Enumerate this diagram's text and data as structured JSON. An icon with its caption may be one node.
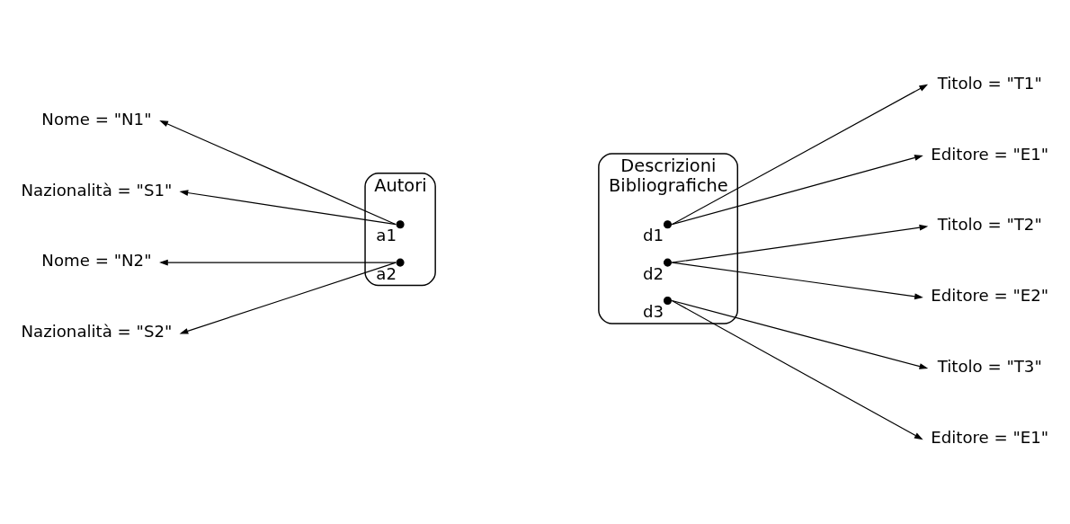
{
  "diagram": {
    "nodes": [
      {
        "text": [
          "Autori"
        ]
      },
      {
        "text": [],
        "shape": "circle",
        "in": 0,
        "beside": [
          "a1"
        ]
      },
      {
        "text": [],
        "shape": "circle",
        "in": 0,
        "beside": [
          "a2"
        ]
      },
      {
        "text": [
          "Descrizioni Bibliografiche"
        ]
      },
      {
        "text": [],
        "shape": "circle",
        "in": 3,
        "beside": [
          "d1"
        ]
      },
      {
        "text": [],
        "shape": "circle",
        "in": 3,
        "beside": [
          "d2"
        ]
      },
      {
        "text": [],
        "shape": "circle",
        "in": 3,
        "beside": [
          "d3"
        ]
      },
      {
        "text": [
          "Nome = \"N1\""
        ]
      },
      {
        "text": [
          "Nazionalità = \"S1\""
        ]
      },
      {
        "text": [
          "Nome = \"N2\""
        ]
      },
      {
        "text": [
          "Nazionalità = \"S2\""
        ]
      },
      {
        "text": [
          "Titolo = \"T1\""
        ]
      },
      {
        "text": [
          "Editore = \"E1\""
        ]
      },
      {
        "text": [
          "Titolo = \"T2\""
        ]
      },
      {
        "text": [
          "Editore = \"E2\""
        ]
      },
      {
        "text": [
          "Titolo = \"T3\""
        ]
      },
      {
        "text": [
          "Editore = \"E1\""
        ]
      }
    ],
    "edges": [
      {
        "from": 1,
        "to": 7,
        "arrow": "to"
      },
      {
        "from": 1,
        "to": 8,
        "arrow": "to"
      },
      {
        "from": 2,
        "to": 9,
        "arrow": "to"
      },
      {
        "from": 2,
        "to": 10,
        "arrow": "to"
      },
      {
        "from": 4,
        "to": 11,
        "arrow": "to"
      },
      {
        "from": 4,
        "to": 12,
        "arrow": "to"
      },
      {
        "from": 5,
        "to": 13,
        "arrow": "to"
      },
      {
        "from": 5,
        "to": 14,
        "arrow": "to"
      },
      {
        "from": 6,
        "to": 15,
        "arrow": "to"
      },
      {
        "from": 6,
        "to": 16,
        "arrow": "to"
      }
    ]
  }
}
